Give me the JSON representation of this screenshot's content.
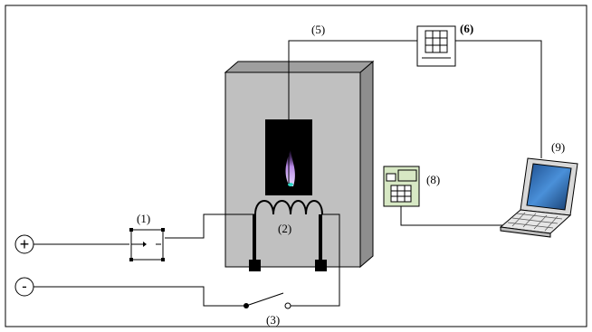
{
  "labels": {
    "l1": "(1)",
    "l2": "(2)",
    "l3": "(3)",
    "l5": "(5)",
    "l6": "(6)",
    "l8": "(8)",
    "l9": "(9)"
  },
  "terminals": {
    "plus": "+",
    "minus": "-"
  },
  "colors": {
    "line": "#000000",
    "cabinet": "#c0c0c0",
    "cabinet_side": "#8e8e8e",
    "flame_window": "#000000",
    "flame": "#b98be6",
    "device8": "#d7e8c4",
    "laptop_screen": "#2a6fb8"
  }
}
